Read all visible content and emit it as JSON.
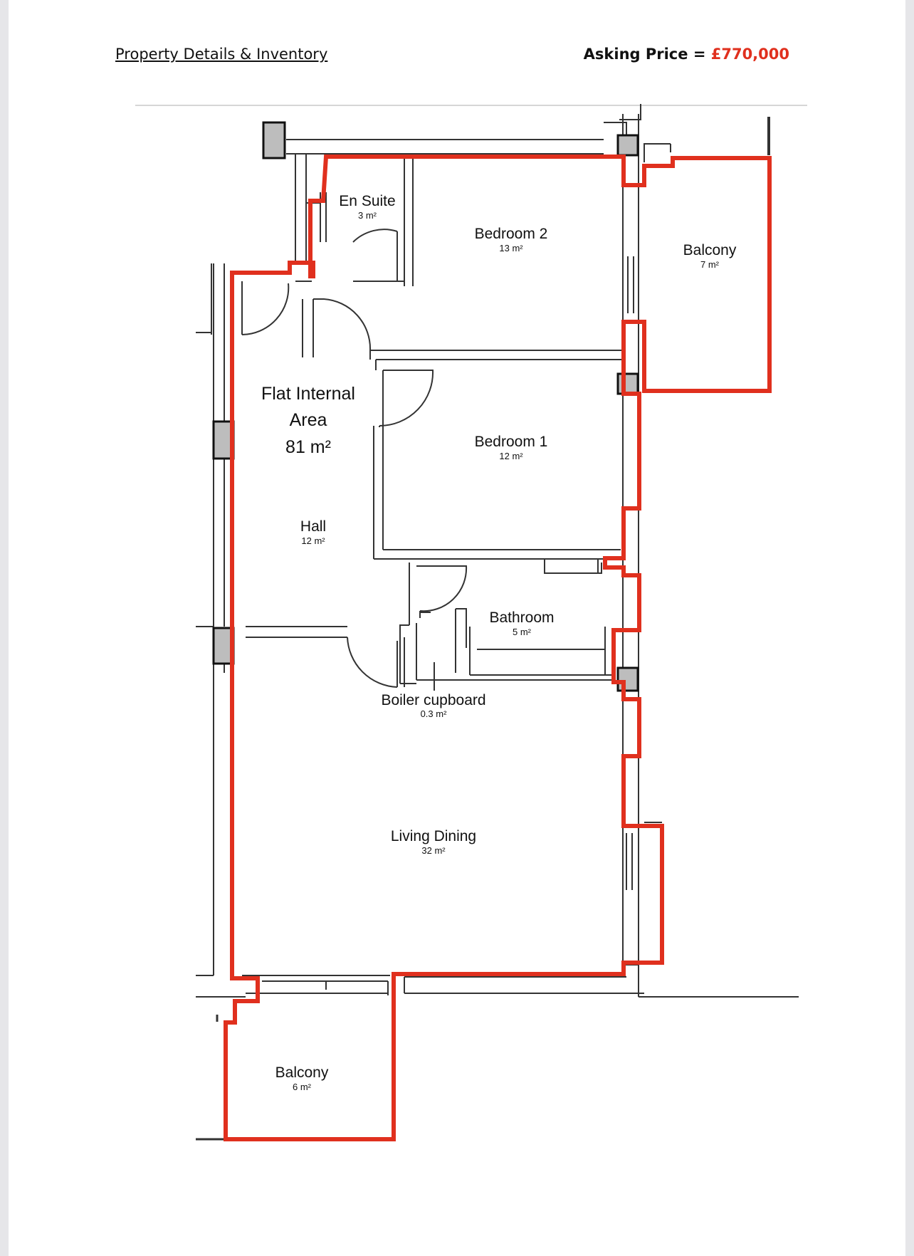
{
  "header": {
    "title": "Property Details & Inventory",
    "price_label": "Asking Price = ",
    "price_value": "£770,000"
  },
  "floor_plan": {
    "total": {
      "line1": "Flat Internal",
      "line2": "Area",
      "area": "81 m²"
    },
    "rooms": {
      "en_suite": {
        "name": "En Suite",
        "area": "3 m²"
      },
      "bedroom_2": {
        "name": "Bedroom 2",
        "area": "13 m²"
      },
      "balcony_top": {
        "name": "Balcony",
        "area": "7 m²"
      },
      "bedroom_1": {
        "name": "Bedroom 1",
        "area": "12 m²"
      },
      "hall": {
        "name": "Hall",
        "area": "12 m²"
      },
      "bathroom": {
        "name": "Bathroom",
        "area": "5 m²"
      },
      "boiler": {
        "name": "Boiler cupboard",
        "area": "0.3 m²"
      },
      "living": {
        "name": "Living Dining",
        "area": "32 m²"
      },
      "balcony_bottom": {
        "name": "Balcony",
        "area": "6 m²"
      }
    },
    "colors": {
      "outline": "#e0301e",
      "walls": "#333333",
      "columns": "#bdbdbd"
    }
  }
}
